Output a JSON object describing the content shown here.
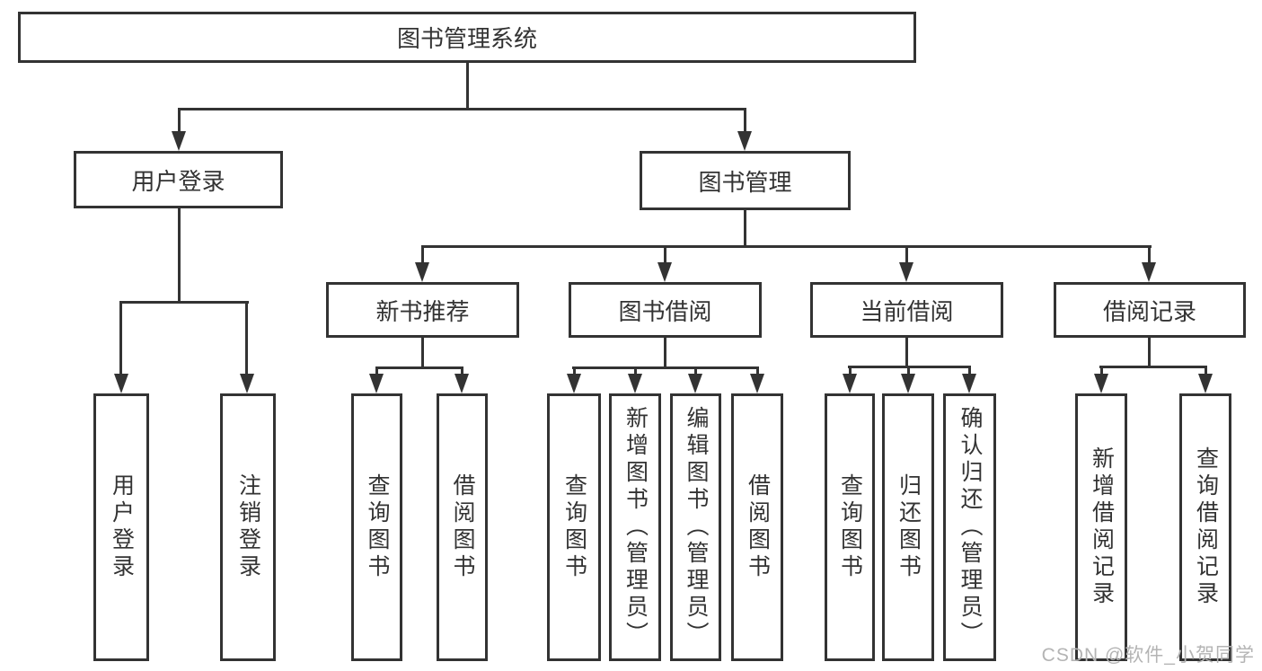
{
  "diagram": {
    "root": {
      "label": "图书管理系统"
    },
    "level2": [
      {
        "label": "用户登录"
      },
      {
        "label": "图书管理"
      }
    ],
    "level3": [
      {
        "label": "新书推荐"
      },
      {
        "label": "图书借阅"
      },
      {
        "label": "当前借阅"
      },
      {
        "label": "借阅记录"
      }
    ],
    "leaves": {
      "user": [
        "用户登录",
        "注销登录"
      ],
      "recommend": [
        "查询图书",
        "借阅图书"
      ],
      "borrow": [
        "查询图书",
        "新增图书（管理员）",
        "编辑图书（管理员）",
        "借阅图书"
      ],
      "current": [
        "查询图书",
        "归还图书",
        "确认归还（管理员）"
      ],
      "record": [
        "新增借阅记录",
        "查询借阅记录"
      ]
    }
  },
  "watermark": {
    "text": "CSDN @软件_小贺同学"
  },
  "colors": {
    "line": "#333333",
    "text": "#333333",
    "watermark": "#b4b4b4",
    "background": "#ffffff"
  }
}
